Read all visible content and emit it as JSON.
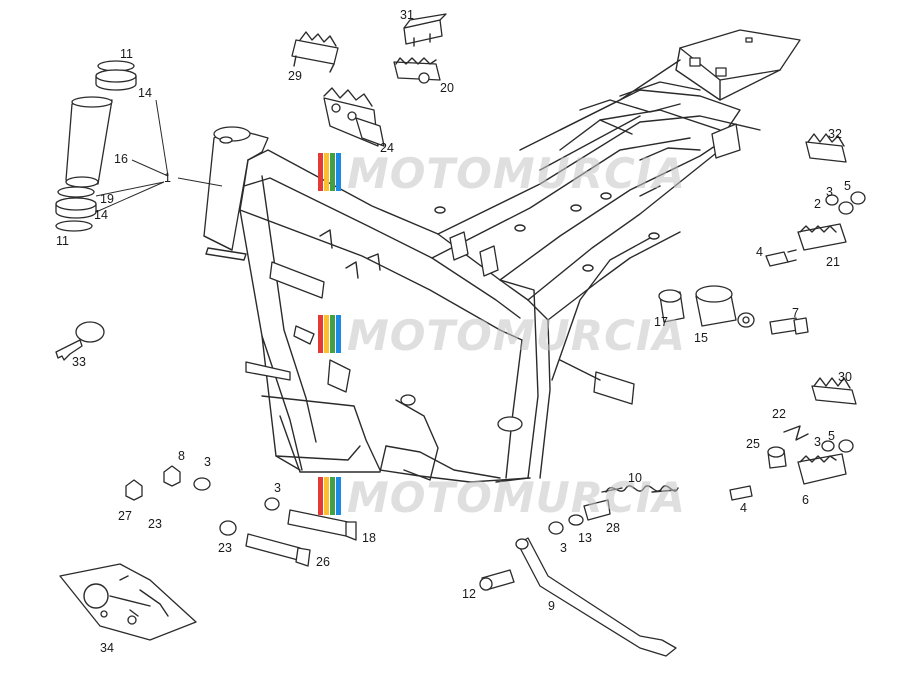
{
  "watermark": {
    "text": "MOTOMURCIA",
    "stripe_colors": [
      "#e53935",
      "#fbc02d",
      "#43a047",
      "#1e88e5"
    ]
  },
  "callouts": [
    {
      "id": "c1",
      "label": "1"
    },
    {
      "id": "c11a",
      "label": "11"
    },
    {
      "id": "c14a",
      "label": "14"
    },
    {
      "id": "c16",
      "label": "16"
    },
    {
      "id": "c19",
      "label": "19"
    },
    {
      "id": "c14b",
      "label": "14"
    },
    {
      "id": "c11b",
      "label": "11"
    },
    {
      "id": "c29",
      "label": "29"
    },
    {
      "id": "c31",
      "label": "31"
    },
    {
      "id": "c20",
      "label": "20"
    },
    {
      "id": "c24",
      "label": "24"
    },
    {
      "id": "c32",
      "label": "32"
    },
    {
      "id": "c2",
      "label": "2"
    },
    {
      "id": "c3a",
      "label": "3"
    },
    {
      "id": "c5a",
      "label": "5"
    },
    {
      "id": "c4a",
      "label": "4"
    },
    {
      "id": "c21",
      "label": "21"
    },
    {
      "id": "c17",
      "label": "17"
    },
    {
      "id": "c15",
      "label": "15"
    },
    {
      "id": "c7",
      "label": "7"
    },
    {
      "id": "c33",
      "label": "33"
    },
    {
      "id": "c30",
      "label": "30"
    },
    {
      "id": "c22",
      "label": "22"
    },
    {
      "id": "c25",
      "label": "25"
    },
    {
      "id": "c3b",
      "label": "3"
    },
    {
      "id": "c5b",
      "label": "5"
    },
    {
      "id": "c4b",
      "label": "4"
    },
    {
      "id": "c6",
      "label": "6"
    },
    {
      "id": "c10",
      "label": "10"
    },
    {
      "id": "c28",
      "label": "28"
    },
    {
      "id": "c3c",
      "label": "3"
    },
    {
      "id": "c13",
      "label": "13"
    },
    {
      "id": "c12",
      "label": "12"
    },
    {
      "id": "c9",
      "label": "9"
    },
    {
      "id": "c8",
      "label": "8"
    },
    {
      "id": "c3d",
      "label": "3"
    },
    {
      "id": "c27",
      "label": "27"
    },
    {
      "id": "c23a",
      "label": "23"
    },
    {
      "id": "c3e",
      "label": "3"
    },
    {
      "id": "c18",
      "label": "18"
    },
    {
      "id": "c23b",
      "label": "23"
    },
    {
      "id": "c26",
      "label": "26"
    },
    {
      "id": "c34",
      "label": "34"
    }
  ]
}
